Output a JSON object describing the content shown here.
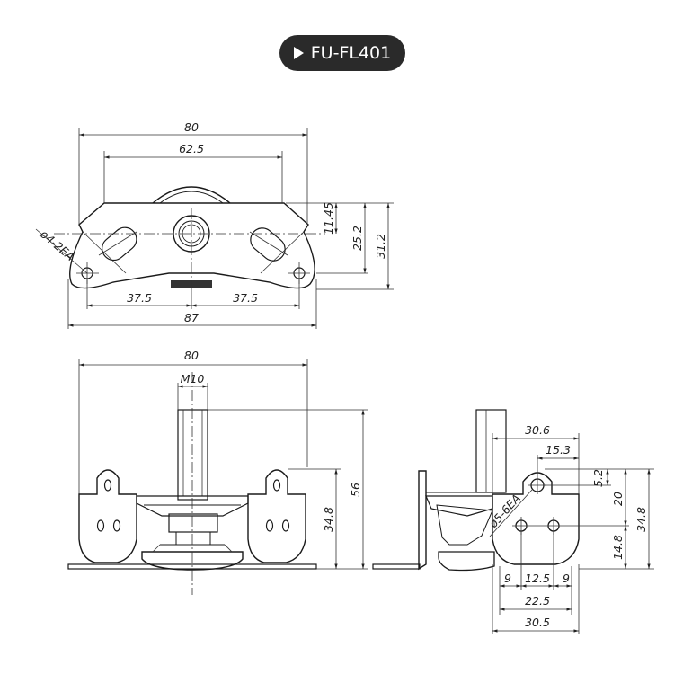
{
  "model": "FU-FL401",
  "top_view": {
    "width_80": "80",
    "width_62_5": "62.5",
    "h_11_45": "11.45",
    "h_25_2": "25.2",
    "h_31_2": "31.2",
    "hole_label": "ø4-2EA",
    "left_37_5": "37.5",
    "right_37_5": "37.5",
    "width_87": "87"
  },
  "front_view": {
    "width_80": "80",
    "thread": "M10",
    "h_56": "56",
    "h_34_8": "34.8"
  },
  "side_view": {
    "d_30_6": "30.6",
    "d_15_3": "15.3",
    "d_5_2": "5.2",
    "d_20": "20",
    "d_34_8": "34.8",
    "d_14_8": "14.8",
    "hole_label": "ø5-6EA",
    "d_9_left": "9",
    "d_12_5": "12.5",
    "d_9_right": "9",
    "d_22_5": "22.5",
    "d_30_5": "30.5"
  }
}
